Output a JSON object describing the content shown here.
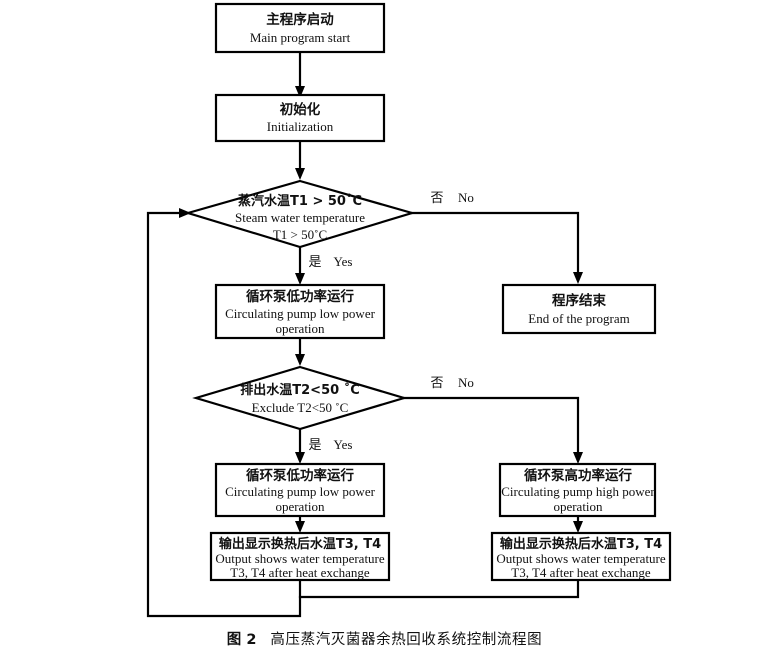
{
  "figure": {
    "caption_label": "图 2",
    "caption_text": "高压蒸汽灭菌器余热回收系统控制流程图"
  },
  "nodes": {
    "start": {
      "cn": "主程序启动",
      "en": "Main program start"
    },
    "init": {
      "cn": "初始化",
      "en": "Initialization"
    },
    "decision1": {
      "cn": "蒸汽水温T1 > 50˚C",
      "en1": "Steam water temperature",
      "en2": "T1 > 50˚C"
    },
    "pump_low_1": {
      "cn": "循环泵低功率运行",
      "en1": "Circulating pump low power",
      "en2": "operation"
    },
    "end_program": {
      "cn": "程序结束",
      "en": "End of the program"
    },
    "decision2": {
      "cn": "排出水温T2<50 ˚C",
      "en": "Exclude T2<50 ˚C"
    },
    "pump_low_2": {
      "cn": "循环泵低功率运行",
      "en1": "Circulating pump low power",
      "en2": "operation"
    },
    "pump_high": {
      "cn": "循环泵高功率运行",
      "en1": "Circulating pump high power",
      "en2": "operation"
    },
    "output_left": {
      "cn": "输出显示换热后水温T3, T4",
      "en1": "Output shows water temperature",
      "en2": "T3, T4 after heat exchange"
    },
    "output_right": {
      "cn": "输出显示换热后水温T3, T4",
      "en1": "Output shows water temperature",
      "en2": "T3, T4 after heat exchange"
    }
  },
  "branch_labels": {
    "no1_cn": "否",
    "no1_en": "No",
    "yes1_cn": "是",
    "yes1_en": "Yes",
    "no2_cn": "否",
    "no2_en": "No",
    "yes2_cn": "是",
    "yes2_en": "Yes"
  },
  "colors": {
    "background": "#ffffff",
    "stroke": "#000000",
    "text": "#111111"
  }
}
